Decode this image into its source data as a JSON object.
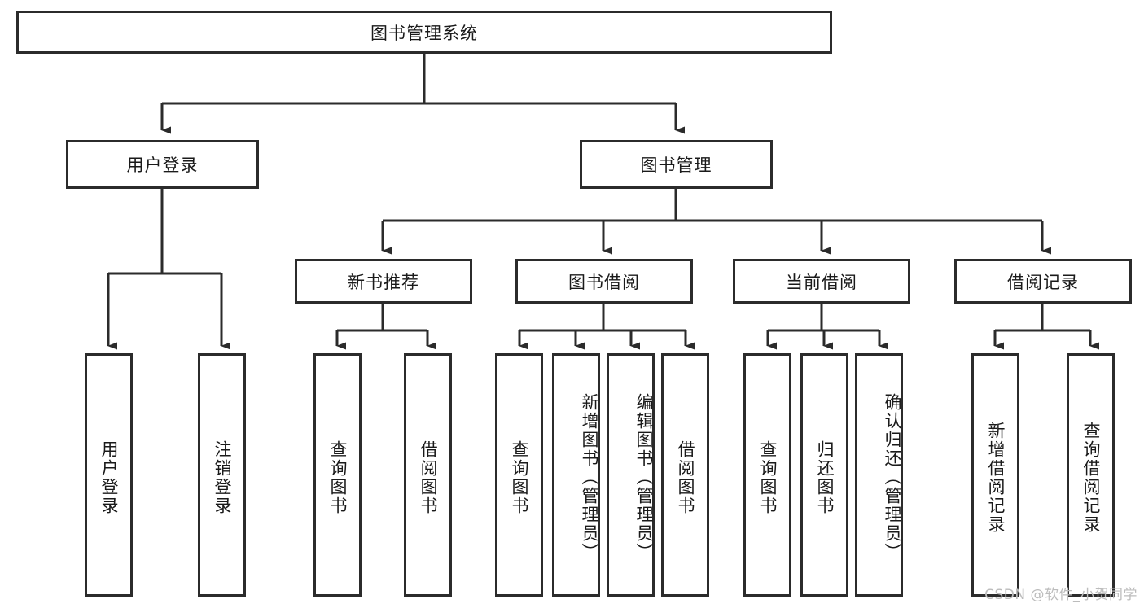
{
  "diagram": {
    "title": "图书管理系统",
    "type": "tree-hierarchy-diagram",
    "colors": {
      "box_border": "#2b2b2b",
      "box_fill": "#ffffff",
      "line": "#2b2b2b",
      "text": "#1a1a1a",
      "watermark": "#bcbcbc"
    },
    "root": {
      "label": "图书管理系统"
    },
    "level2": [
      {
        "label": "用户登录"
      },
      {
        "label": "图书管理"
      }
    ],
    "level3": [
      {
        "label": "新书推荐"
      },
      {
        "label": "图书借阅"
      },
      {
        "label": "当前借阅"
      },
      {
        "label": "借阅记录"
      }
    ],
    "leaves_user_login": [
      {
        "label": "用户登录"
      },
      {
        "label": "注销登录"
      }
    ],
    "leaves_new_books": [
      {
        "label": "查询图书"
      },
      {
        "label": "借阅图书"
      }
    ],
    "leaves_borrow": [
      {
        "label": "查询图书"
      },
      {
        "label": "新增图书（管理员）"
      },
      {
        "label": "编辑图书（管理员）"
      },
      {
        "label": "借阅图书"
      }
    ],
    "leaves_current": [
      {
        "label": "查询图书"
      },
      {
        "label": "归还图书"
      },
      {
        "label": "确认归还（管理员）"
      }
    ],
    "leaves_records": [
      {
        "label": "新增借阅记录"
      },
      {
        "label": "查询借阅记录"
      }
    ]
  },
  "watermark": "CSDN @软件_小贺同学"
}
